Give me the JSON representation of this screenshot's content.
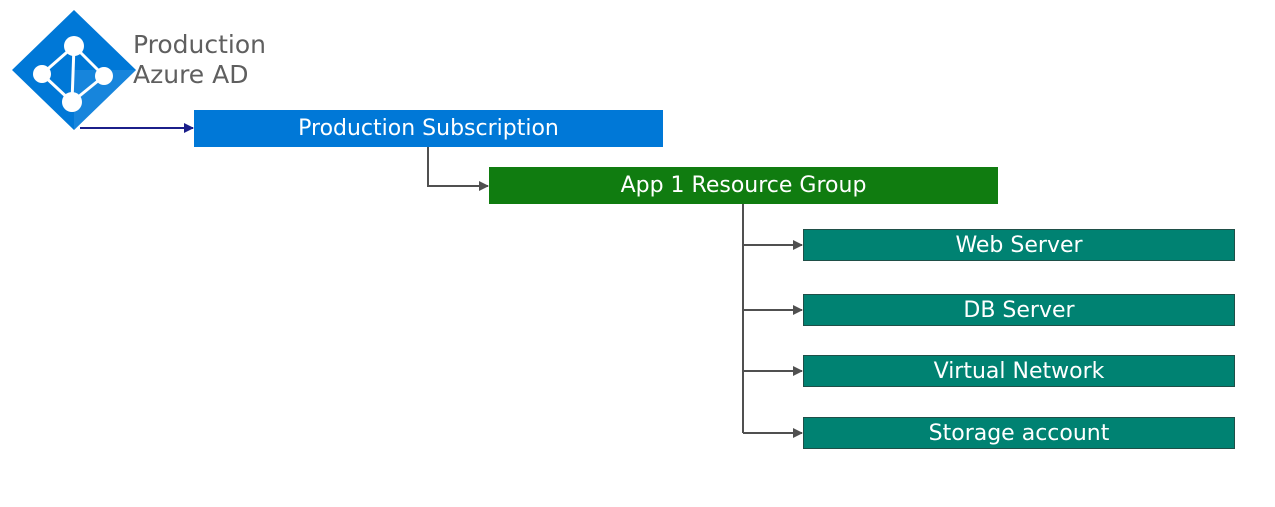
{
  "azure_ad": {
    "title_line1": "Production",
    "title_line2": "Azure AD",
    "icon": "azure-ad-icon"
  },
  "subscription": {
    "label": "Production Subscription"
  },
  "resource_group": {
    "label": "App 1 Resource Group"
  },
  "resources": [
    {
      "label": "Web Server"
    },
    {
      "label": "DB Server"
    },
    {
      "label": "Virtual Network"
    },
    {
      "label": "Storage account"
    }
  ],
  "colors": {
    "azure_ad_icon": "#0078d7",
    "subscription": "#0078d7",
    "resource_group": "#107c10",
    "resource": "#008272",
    "connector": "#505050",
    "ad_arrow": "#1b1f8a",
    "title_text": "#5f5f5f"
  }
}
